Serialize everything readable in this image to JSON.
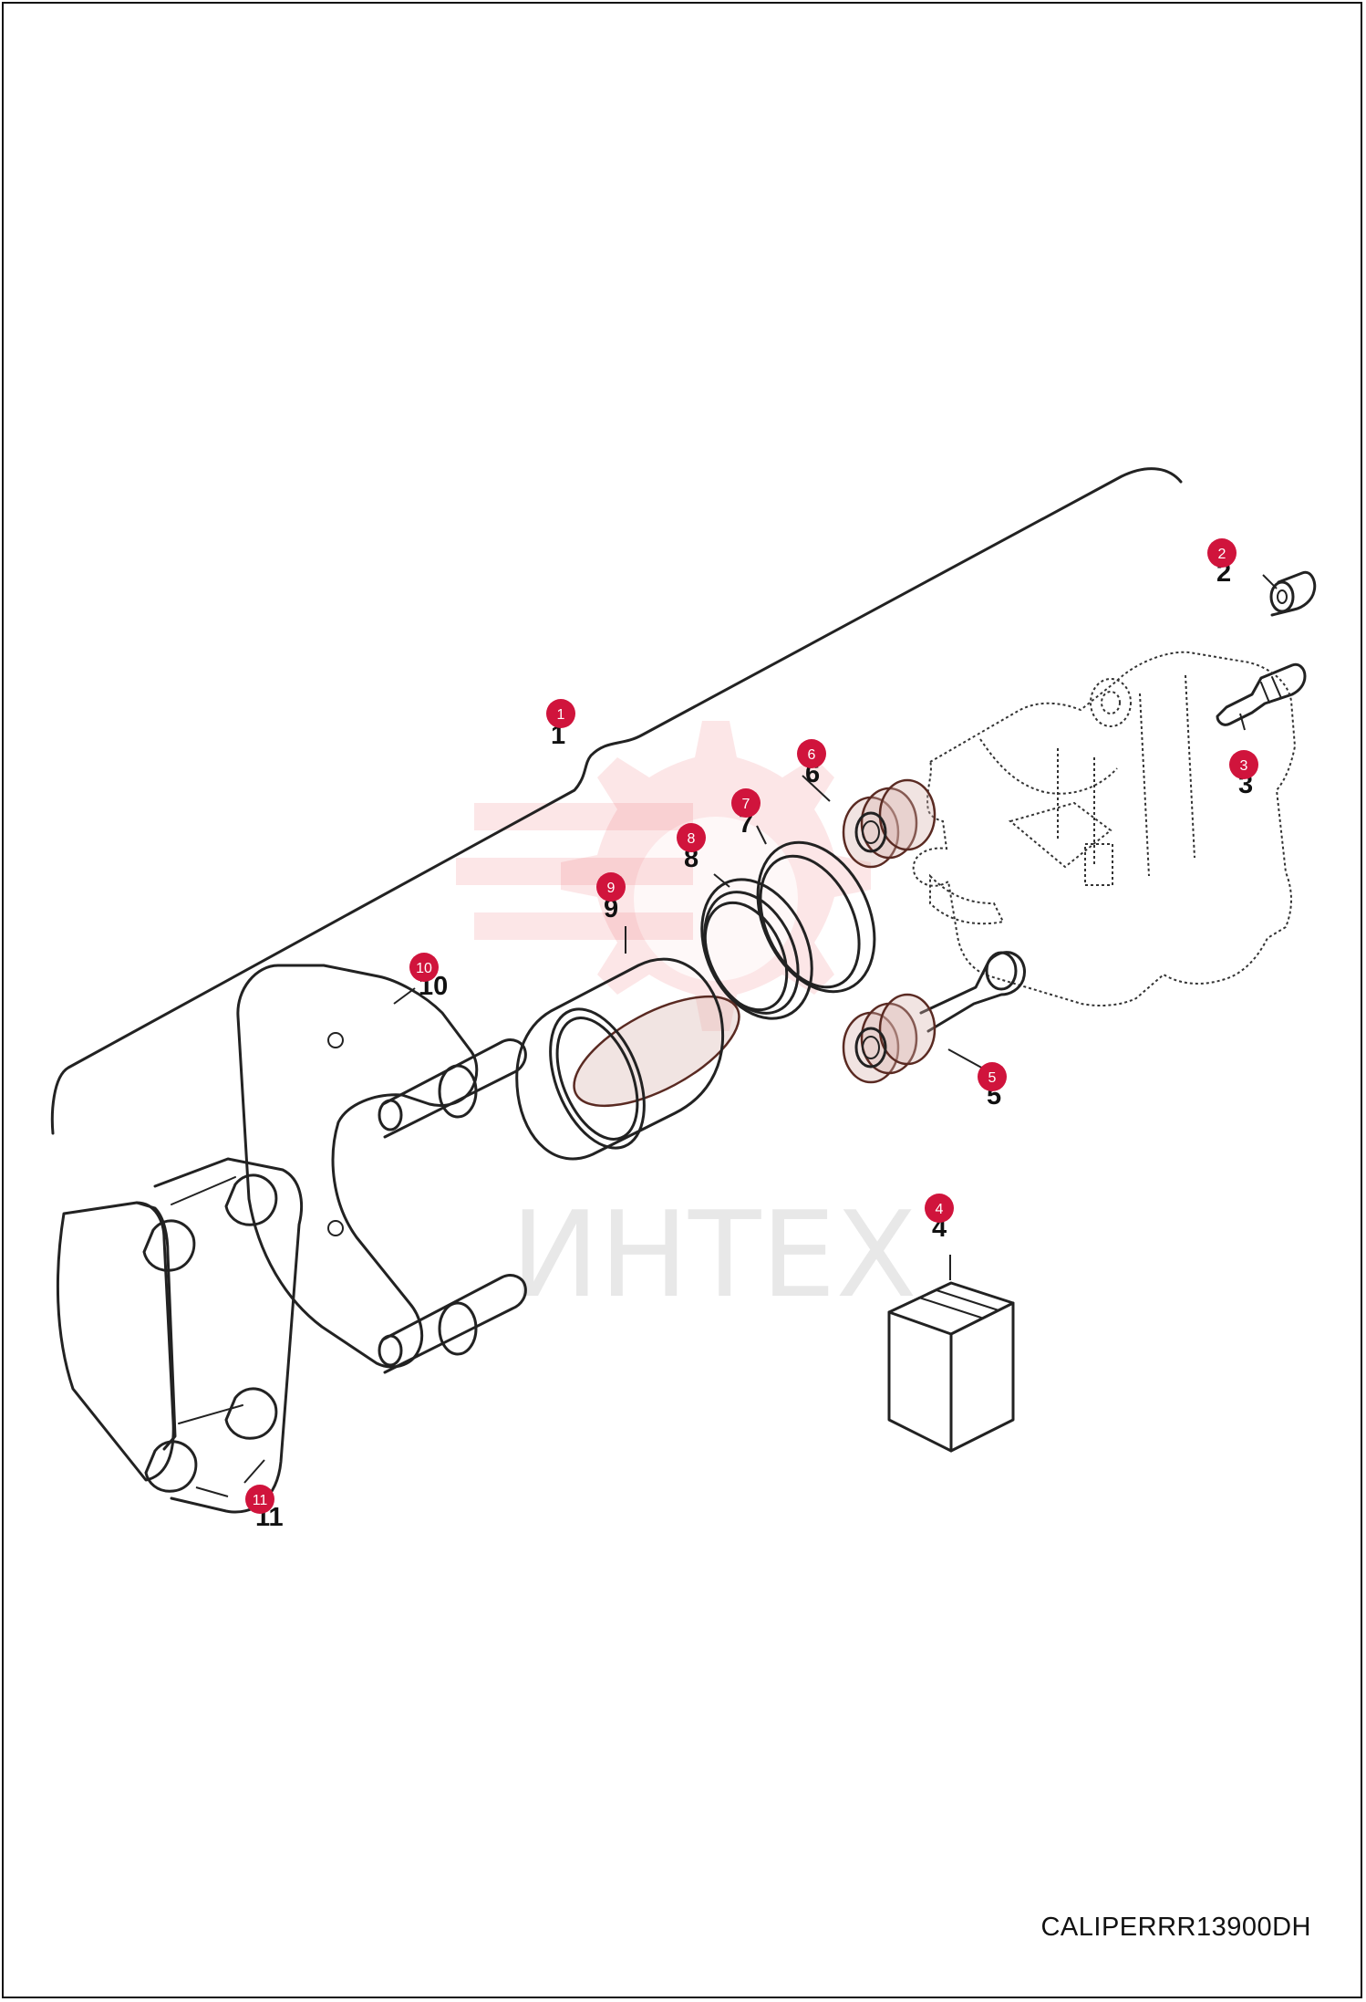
{
  "drawing_code": "CALIPERRR13900DH",
  "watermark_text": "ИНТЕХ",
  "parts": [
    {
      "id": "part-1",
      "number": "1"
    },
    {
      "id": "part-2",
      "number": "2"
    },
    {
      "id": "part-3",
      "number": "3"
    },
    {
      "id": "part-4",
      "number": "4"
    },
    {
      "id": "part-5",
      "number": "5"
    },
    {
      "id": "part-6",
      "number": "6"
    },
    {
      "id": "part-7",
      "number": "7"
    },
    {
      "id": "part-8",
      "number": "8"
    },
    {
      "id": "part-9",
      "number": "9"
    },
    {
      "id": "part-10",
      "number": "10"
    },
    {
      "id": "part-11",
      "number": "11"
    }
  ],
  "colors": {
    "callout": "#d0143c",
    "line": "#222222",
    "watermark": "#e8343a"
  }
}
